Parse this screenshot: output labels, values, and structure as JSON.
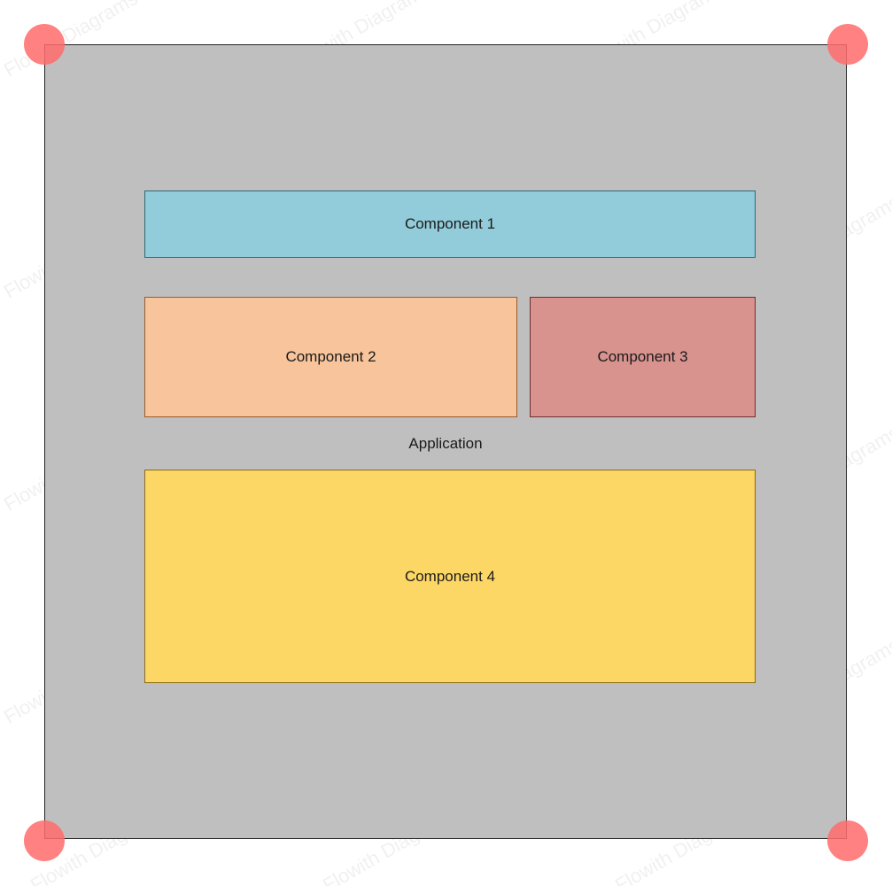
{
  "diagram": {
    "container": {
      "label": "Application",
      "fill": "#bfbfbf",
      "border": "#222222"
    },
    "components": [
      {
        "id": "c1",
        "label": "Component 1",
        "fill": "#92cbd9",
        "border": "#2e6a78"
      },
      {
        "id": "c2",
        "label": "Component 2",
        "fill": "#f7c49b",
        "border": "#9a5a2a"
      },
      {
        "id": "c3",
        "label": "Component 3",
        "fill": "#d8938f",
        "border": "#6e2f2c"
      },
      {
        "id": "c4",
        "label": "Component 4",
        "fill": "#fdd766",
        "border": "#8a6a1a"
      }
    ],
    "handle_color": "#ff6b6b"
  },
  "watermark": {
    "text": "Flowith Diagrams"
  }
}
